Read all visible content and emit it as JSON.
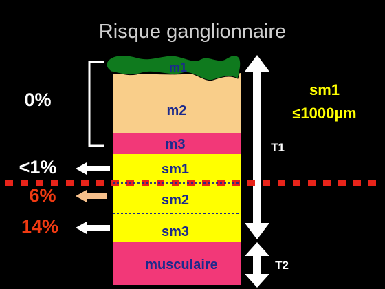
{
  "title": "Risque ganglionnaire",
  "layers": {
    "m1": "m1",
    "m2": "m2",
    "m3": "m3",
    "sm1": "sm1",
    "sm2": "sm2",
    "sm3": "sm3",
    "musculaire": "musculaire"
  },
  "risks": {
    "m": "0%",
    "sm1": "<1%",
    "sm2": "6%",
    "sm3": "14%"
  },
  "stages": {
    "t1": "T1",
    "t2": "T2"
  },
  "sm1_threshold": {
    "label": "sm1",
    "value": "≤1000µm"
  },
  "colors": {
    "background": "#000000",
    "title": "#cfcfcf",
    "m1_tissue": "#0f7a1e",
    "m2_tissue": "#f9ce8a",
    "m3_tissue": "#f23878",
    "submucosa": "#ffff00",
    "musculaire_tissue": "#f23878",
    "layer_label": "#1c2a8c",
    "risk_white": "#ffffff",
    "risk_red": "#f03a12",
    "threshold_text": "#ffff00",
    "cutoff_line": "#e8241a",
    "arrow_orange": "#f6c08c"
  }
}
